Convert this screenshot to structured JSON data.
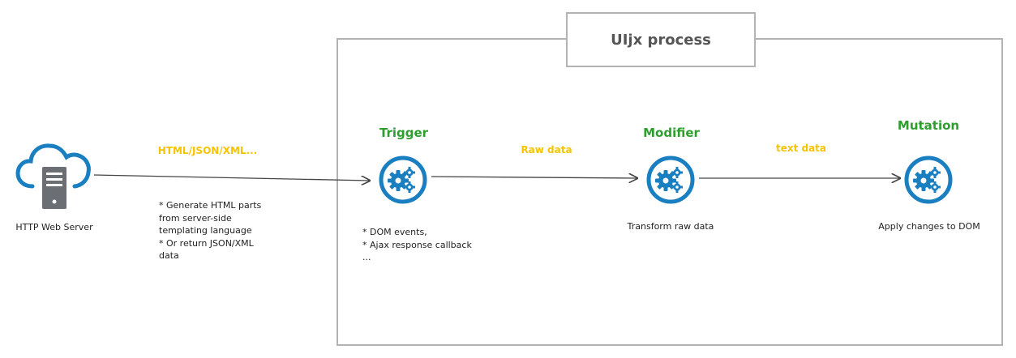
{
  "process": {
    "title": "UIjx process"
  },
  "server": {
    "label": "HTTP Web Server"
  },
  "edges": {
    "server_to_trigger": "HTML/JSON/XML...",
    "trigger_to_modifier": "Raw data",
    "modifier_to_mutation": "text data"
  },
  "notes": {
    "server": "* Generate HTML parts\nfrom server-side\ntemplating language\n* Or return JSON/XML\ndata",
    "trigger": "* DOM events,\n* Ajax response callback\n..."
  },
  "stages": [
    {
      "name": "Trigger"
    },
    {
      "name": "Modifier",
      "caption": "Transform raw data"
    },
    {
      "name": "Mutation",
      "caption": "Apply changes to DOM"
    }
  ],
  "colors": {
    "stage_label": "#2e9e2e",
    "edge_label": "#f5c400",
    "icon": "#1a7fc1",
    "box_border": "#b3b3b3"
  },
  "icons": {
    "server": "cloud-server-icon",
    "stage": "gears-icon"
  }
}
